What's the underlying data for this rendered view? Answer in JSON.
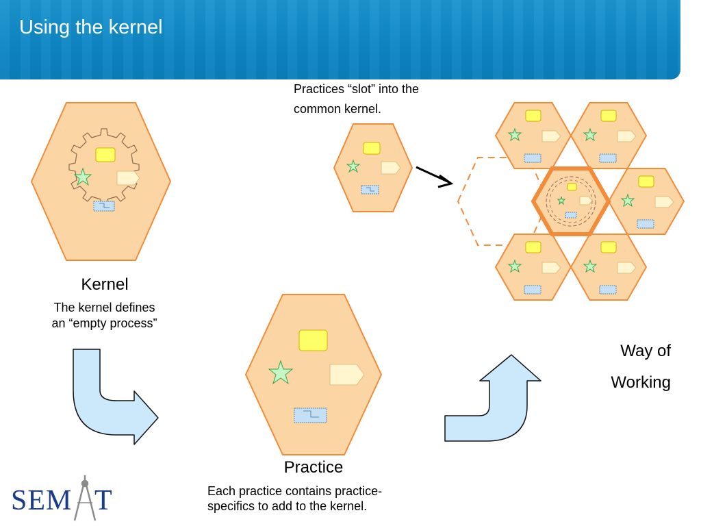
{
  "slide": {
    "title": "Using the kernel"
  },
  "captions": {
    "slot_line1": "Practices “slot” into the",
    "slot_line2": "common kernel.",
    "kernel_title": "Kernel",
    "kernel_desc_line1": "The kernel defines",
    "kernel_desc_line2": "an “empty process”",
    "practice_title": "Practice",
    "practice_desc_line1": "Each practice contains practice-",
    "practice_desc_line2": "specifics to add to the kernel.",
    "wow_line1": "Way of",
    "wow_line2": "Working"
  },
  "logo": {
    "text": "SEMAT"
  },
  "colors": {
    "header_blue": "#0d86c4",
    "hex_fill": "#fcd5a4",
    "hex_border": "#f28c3a",
    "yellow_card": "#ffff66",
    "star_green": "#c6f6c6",
    "tag_fill": "#fff6d0",
    "blue_doc": "#c5e0f5",
    "arrow_fill": "#cce8fb",
    "logo_blue": "#1a3a8a"
  },
  "icons": [
    "gear-icon",
    "star-icon",
    "card-icon",
    "tag-icon",
    "doc-icon",
    "curved-arrow-icon",
    "pointer-arrow-icon"
  ]
}
